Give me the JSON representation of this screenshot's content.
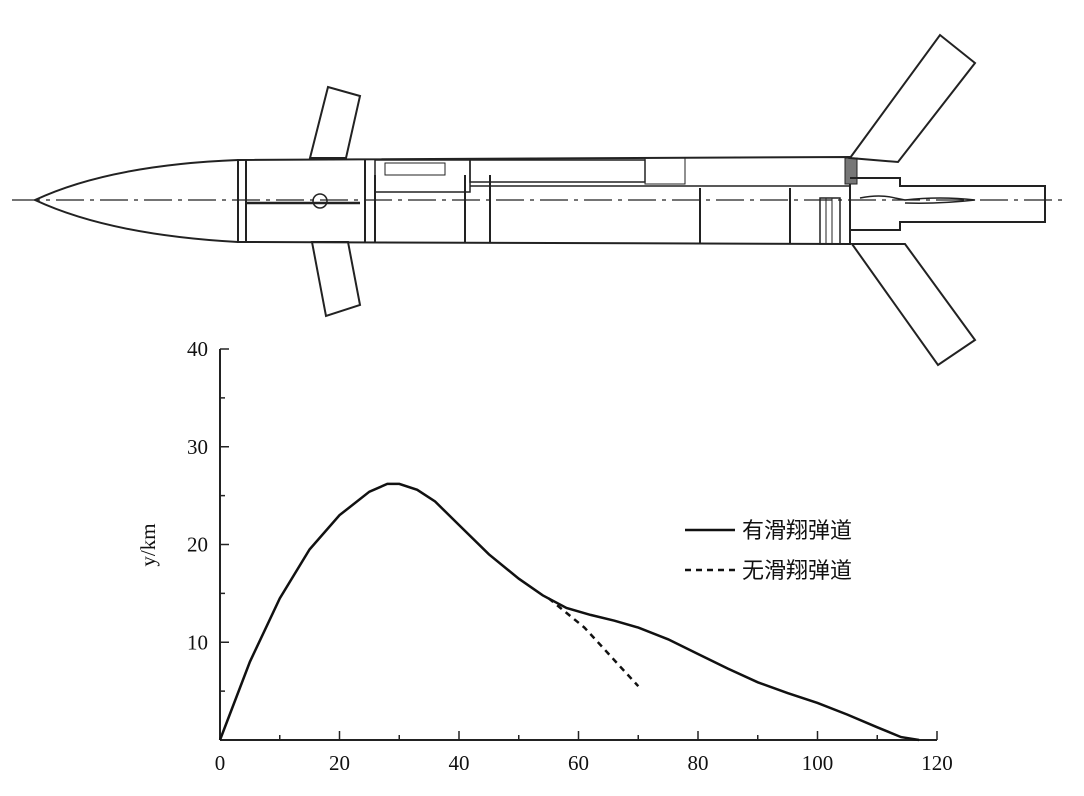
{
  "chart_data": {
    "type": "line",
    "title": "",
    "xlabel": "",
    "ylabel": "y/km",
    "xlim": [
      0,
      120
    ],
    "ylim": [
      0,
      40
    ],
    "x_ticks": [
      "0",
      "20",
      "40",
      "60",
      "80",
      "100",
      "120"
    ],
    "y_ticks": [
      "10",
      "20",
      "30",
      "40"
    ],
    "grid": false,
    "legend_position": "right",
    "series": [
      {
        "name": "有滑翔弹道",
        "style": "solid",
        "x": [
          0,
          5,
          10,
          15,
          20,
          25,
          28,
          30,
          33,
          36,
          40,
          45,
          50,
          54,
          58,
          62,
          66,
          70,
          75,
          80,
          85,
          90,
          95,
          100,
          105,
          110,
          114,
          117
        ],
        "y": [
          0,
          8.0,
          14.5,
          19.5,
          23.0,
          25.4,
          26.2,
          26.2,
          25.6,
          24.4,
          22.0,
          19.0,
          16.5,
          14.8,
          13.5,
          12.8,
          12.2,
          11.5,
          10.3,
          8.8,
          7.3,
          5.9,
          4.8,
          3.8,
          2.6,
          1.3,
          0.3,
          0
        ]
      },
      {
        "name": "无滑翔弹道",
        "style": "dashed",
        "x": [
          55,
          58,
          61,
          64,
          67,
          70
        ],
        "y": [
          14.5,
          13.0,
          11.5,
          9.5,
          7.5,
          5.5
        ]
      }
    ]
  },
  "colors": {
    "ink": "#222222",
    "background": "#ffffff"
  }
}
